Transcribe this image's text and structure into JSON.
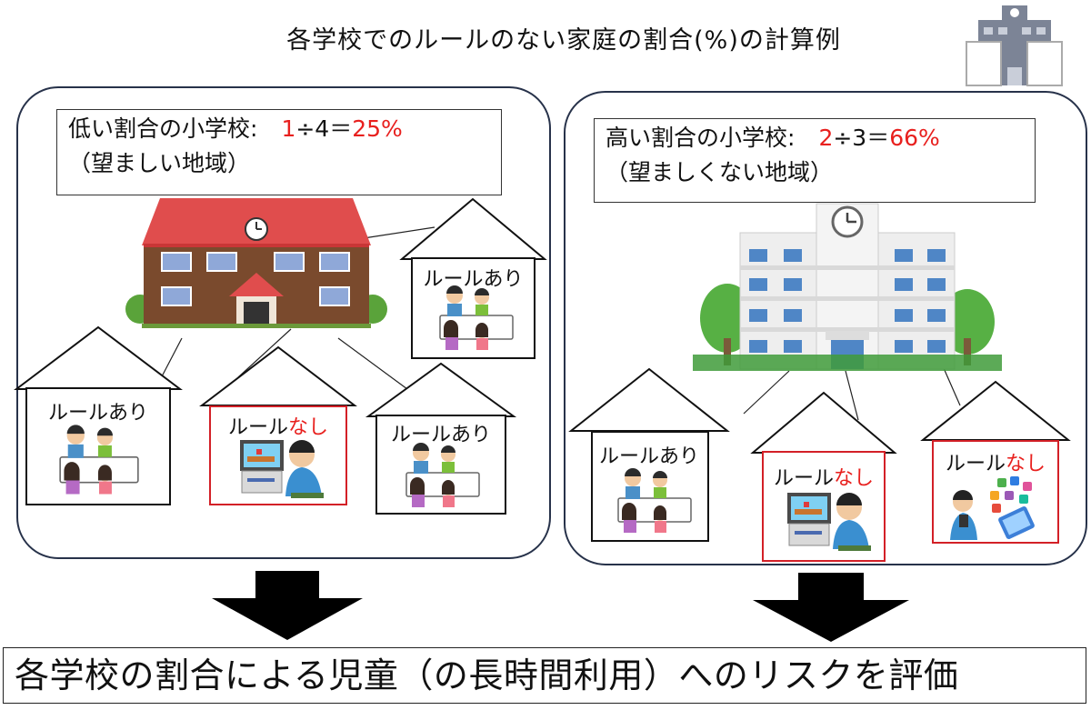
{
  "title": "各学校でのルールのない家庭の割合(%)の計算例",
  "left_panel": {
    "heading": "低い割合の小学校:",
    "calc_numerator": "1",
    "calc_rest": "÷4＝",
    "calc_result": "25%",
    "subtitle": "（望ましい地域）",
    "houses": [
      {
        "label_main": "ルールあり",
        "label_red": ""
      },
      {
        "label_main": "ルールあり",
        "label_red": ""
      },
      {
        "label_main": "ルール",
        "label_red": "なし"
      },
      {
        "label_main": "ルールあり",
        "label_red": ""
      }
    ]
  },
  "right_panel": {
    "heading": "高い割合の小学校:",
    "calc_numerator": "2",
    "calc_rest": "÷3＝",
    "calc_result": "66%",
    "subtitle": "（望ましくない地域）",
    "houses": [
      {
        "label_main": "ルールあり",
        "label_red": ""
      },
      {
        "label_main": "ルール",
        "label_red": "なし"
      },
      {
        "label_main": "ルール",
        "label_red": "なし"
      }
    ]
  },
  "conclusion": "各学校の割合による児童（の長時間利用）へのリスクを評価",
  "colors": {
    "accent_red": "#e8201e",
    "panel_border": "#27324a",
    "house_border_red": "#d32027",
    "arrow": "#000000"
  },
  "icons": [
    "school-building-icon",
    "brick-school-icon",
    "modern-school-icon",
    "family-icon",
    "game-player-icon",
    "smartphone-user-icon",
    "down-arrow-icon"
  ]
}
